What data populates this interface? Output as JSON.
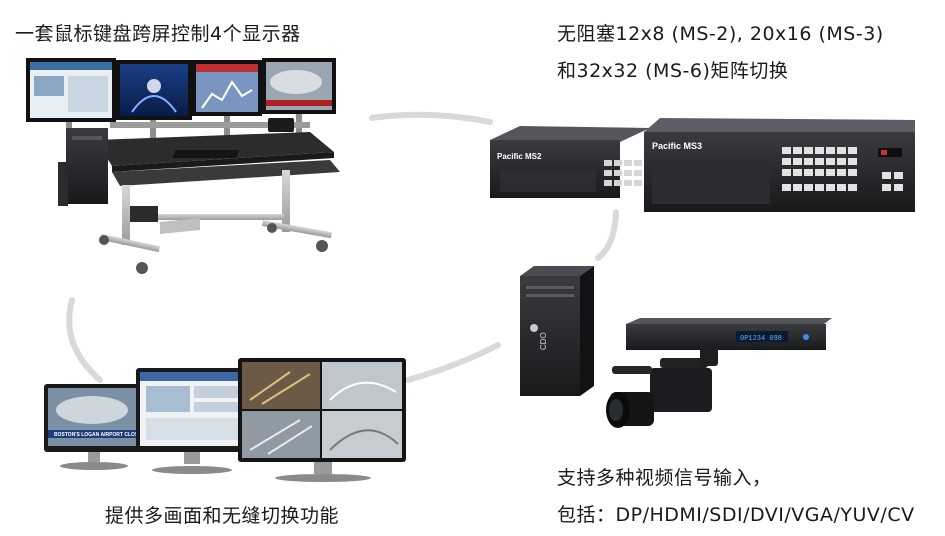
{
  "captions": {
    "top_left": "一套鼠标键盘跨屏控制4个显示器",
    "top_right_line1": "无阻塞12x8 (MS-2), 20x16 (MS-3)",
    "top_right_line2": "和32x32 (MS-6)矩阵切换",
    "bottom_left": "提供多画面和无缝切换功能",
    "bottom_right_line1": "支持多种视频信号输入，",
    "bottom_right_line2": "包括：DP/HDMI/SDI/DVI/VGA/YUV/CV"
  },
  "device_labels": {
    "switcher_small_brand": "Pacific MS2",
    "switcher_large_brand": "Pacific MS3",
    "tower_brand": "CDO",
    "player_display": "0P1234   098",
    "news_ticker": "BOSTON'S LOGAN AIRPORT CLOSED"
  },
  "colors": {
    "arc": "#d9d9d9",
    "device_dark": "#1e1f22",
    "screen_sky": "#2a6fb0"
  }
}
